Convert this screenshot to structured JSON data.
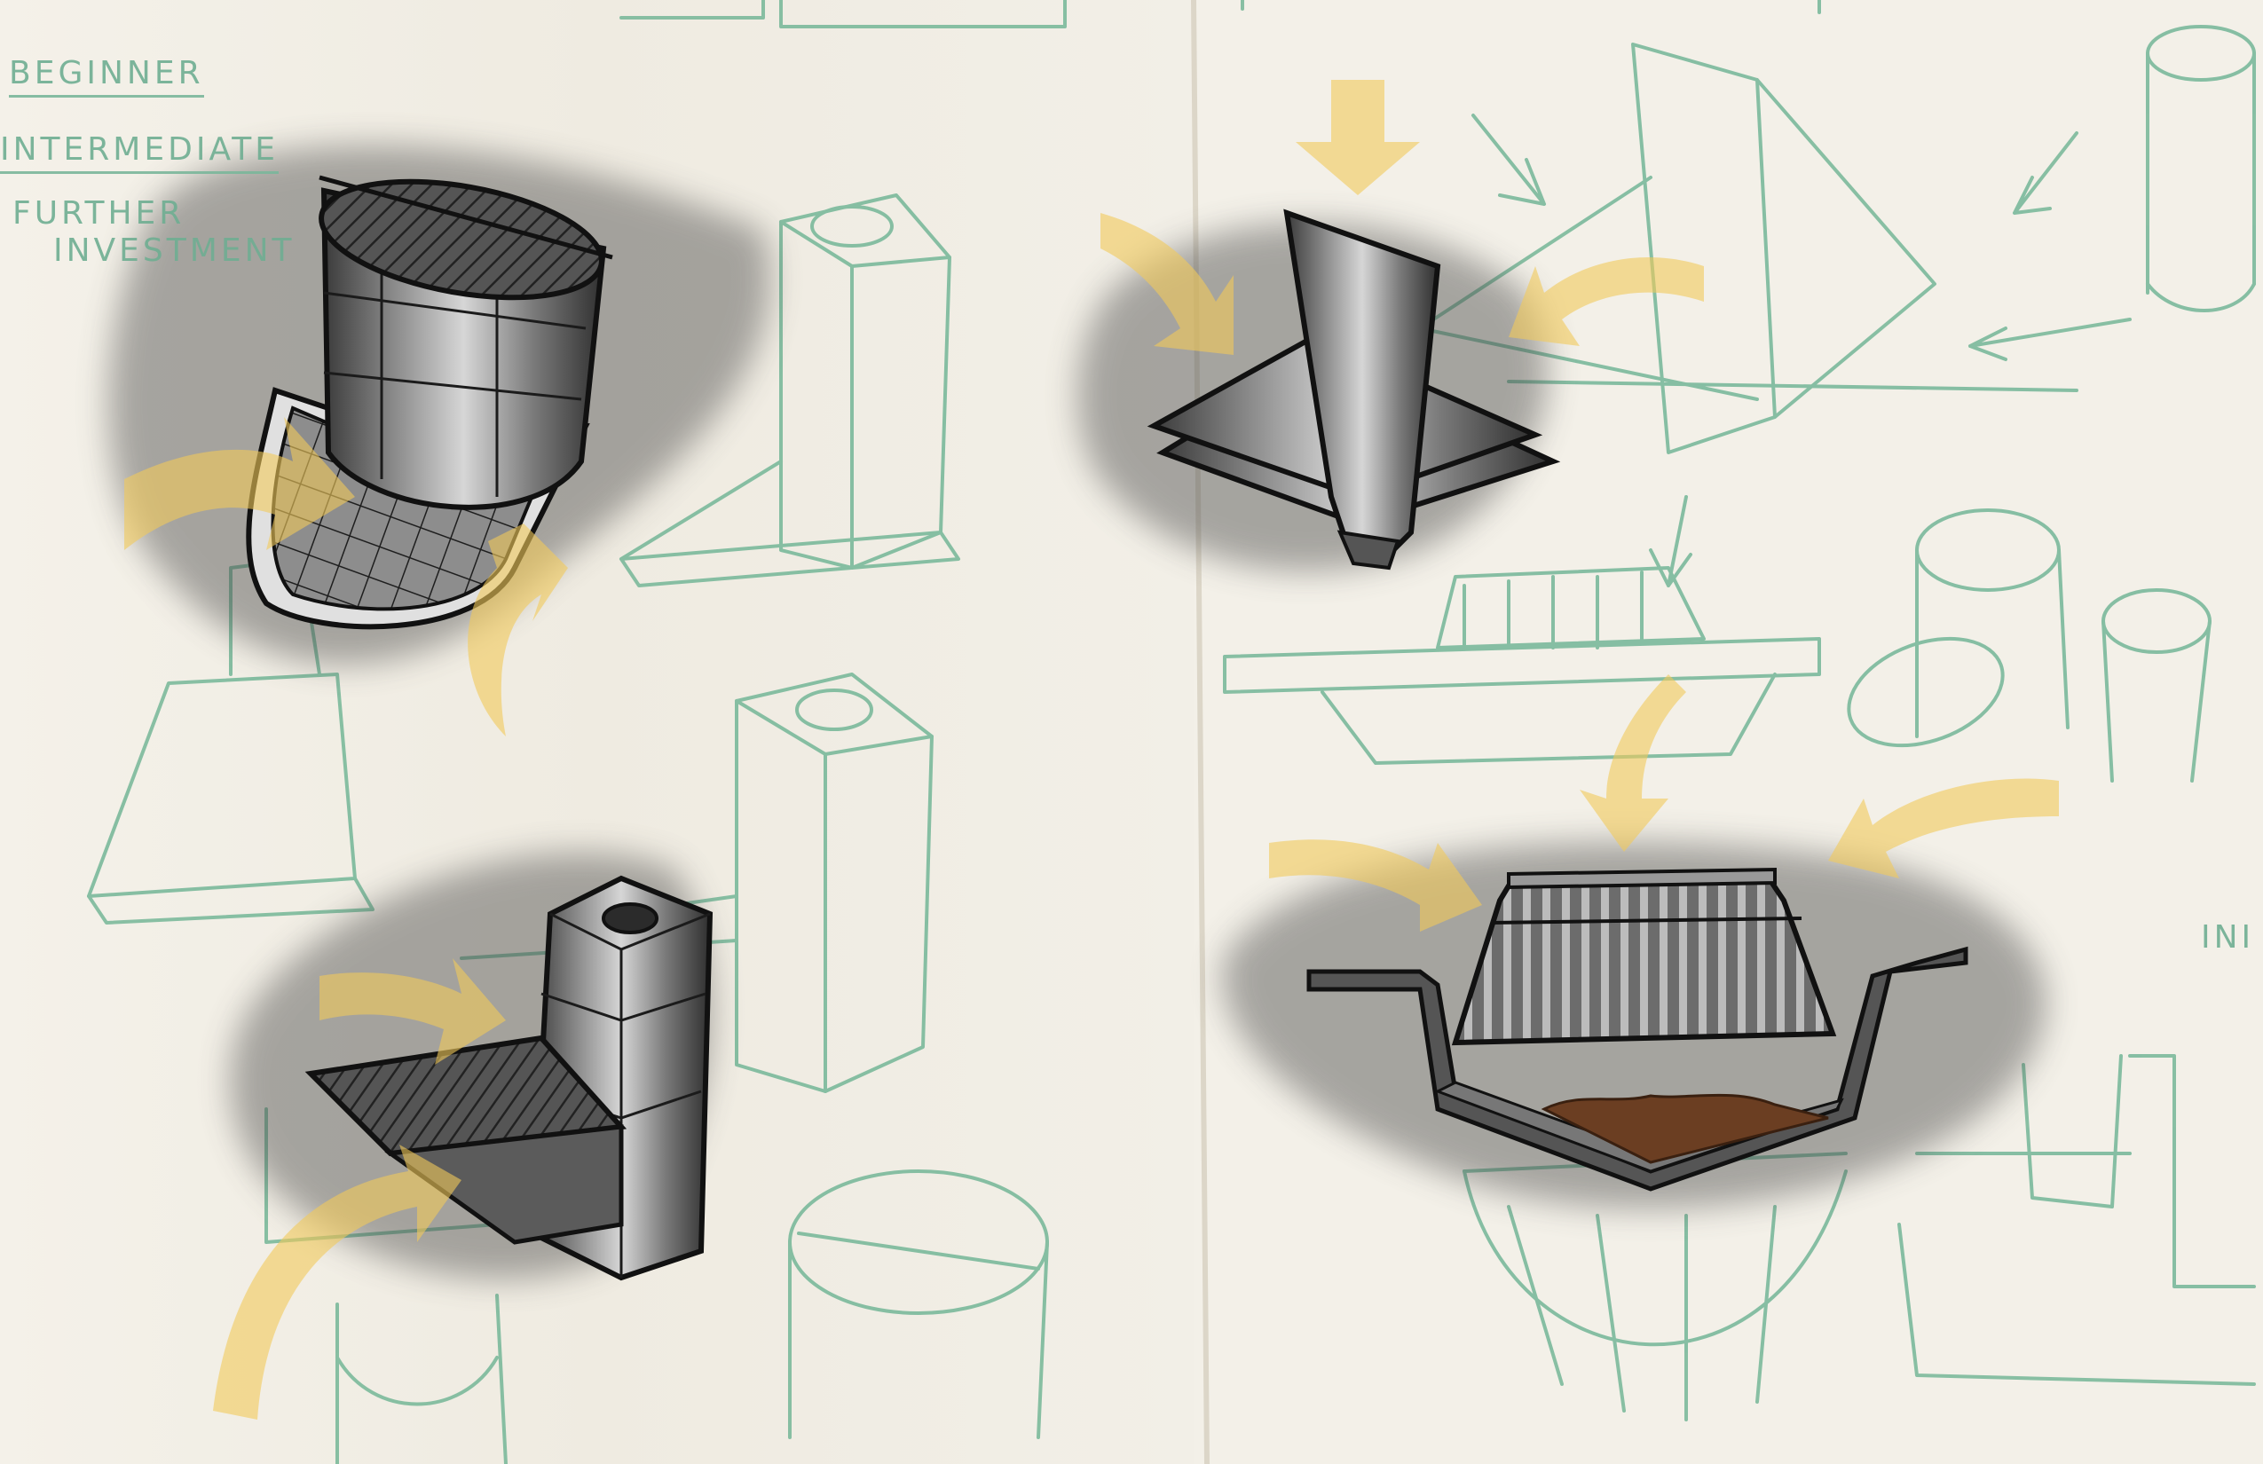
{
  "notes": {
    "beginner": "BEGINNER",
    "intermediate": "INTERMEDIATE",
    "further_line1": "FURTHER",
    "further_line2": "INVESTMENT",
    "right_edge": "INI"
  },
  "colors": {
    "paper": "#f3f0e7",
    "sketch_ink": "#74b697",
    "arrow": "#f2c95a",
    "metal_dark": "#3a3a3a",
    "metal_light": "#b9b9b9",
    "soil": "#6b3e22"
  }
}
